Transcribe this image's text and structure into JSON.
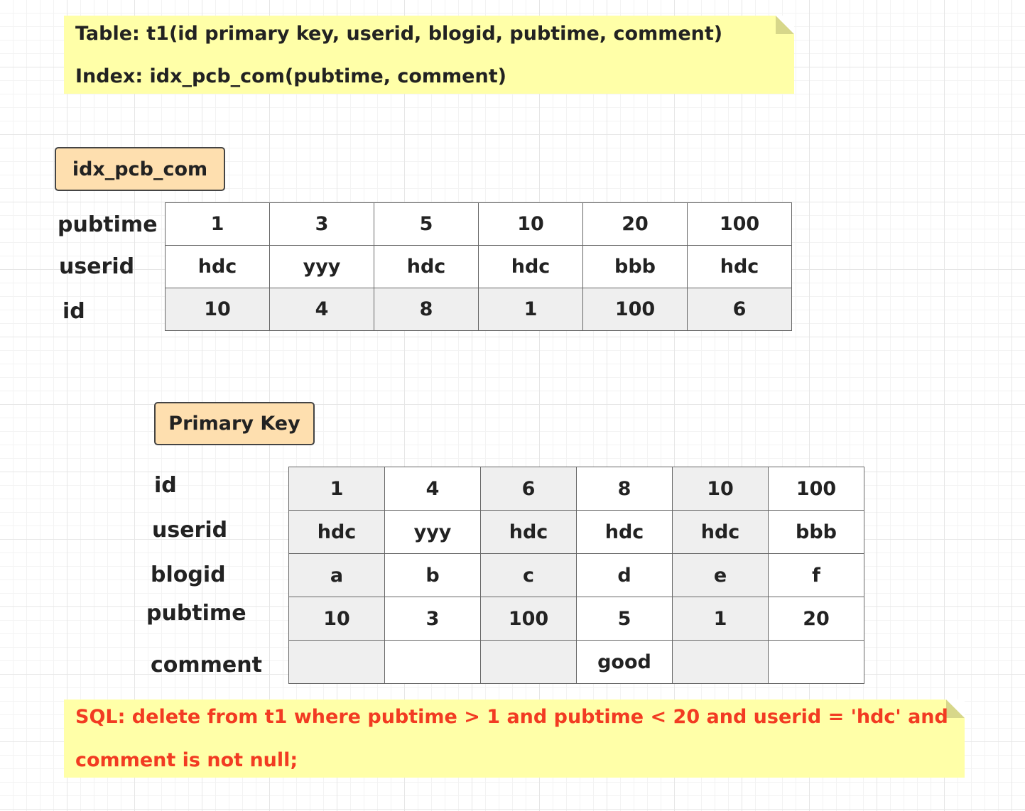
{
  "header_note": {
    "line1": "Table: t1(id primary key,  userid,  blogid,  pubtime,  comment)",
    "line2": "Index: idx_pcb_com(pubtime, comment)"
  },
  "index_section": {
    "tag": "idx_pcb_com",
    "row_labels": [
      "pubtime",
      "userid",
      "id"
    ],
    "rows": [
      [
        "1",
        "3",
        "5",
        "10",
        "20",
        "100"
      ],
      [
        "hdc",
        "yyy",
        "hdc",
        "hdc",
        "bbb",
        "hdc"
      ],
      [
        "10",
        "4",
        "8",
        "1",
        "100",
        "6"
      ]
    ]
  },
  "primary_section": {
    "tag": "Primary Key",
    "row_labels": [
      "id",
      "userid",
      "blogid",
      "pubtime",
      "comment"
    ],
    "rows": [
      [
        "1",
        "4",
        "6",
        "8",
        "10",
        "100"
      ],
      [
        "hdc",
        "yyy",
        "hdc",
        "hdc",
        "hdc",
        "bbb"
      ],
      [
        "a",
        "b",
        "c",
        "d",
        "e",
        "f"
      ],
      [
        "10",
        "3",
        "100",
        "5",
        "1",
        "20"
      ],
      [
        "",
        "",
        "",
        "good",
        "",
        ""
      ]
    ]
  },
  "sql_note": {
    "line1": "SQL: delete from t1 where pubtime > 1 and pubtime < 20 and userid = 'hdc' and",
    "line2": "comment is not null;"
  },
  "colors": {
    "note_background": "#ffffa8",
    "tag_background": "#fedfaf",
    "sql_text": "#f23b22",
    "cell_grey": "#efefef"
  }
}
